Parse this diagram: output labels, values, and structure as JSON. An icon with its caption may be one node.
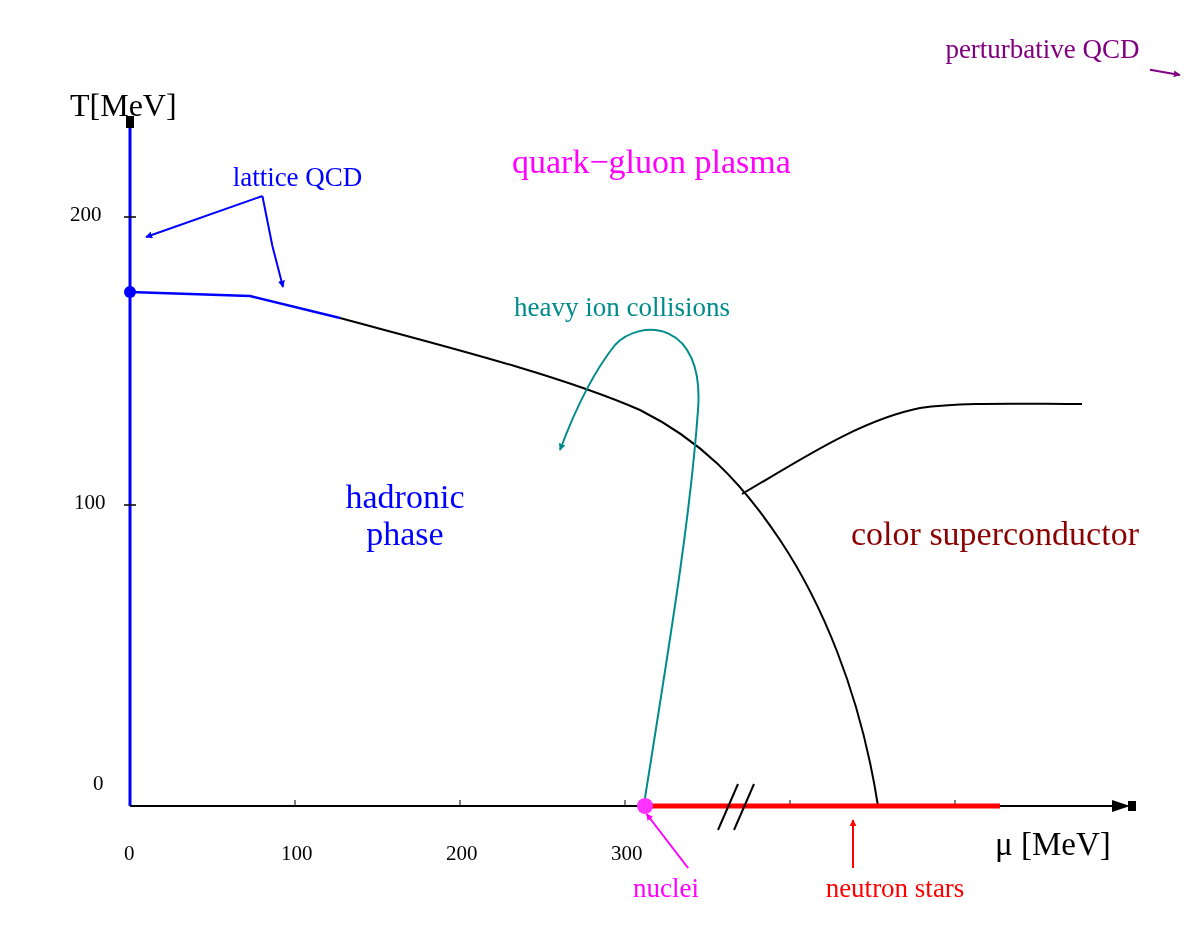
{
  "diagram": {
    "nodes": [
      {
        "text": [
          "perturbative QCD"
        ]
      },
      {
        "text": [
          "lattice QCD"
        ]
      },
      {
        "text": [],
        "shape": "circle"
      },
      {
        "text": [
          "nuclei"
        ]
      },
      {
        "text": [
          "neutron stars"
        ]
      }
    ],
    "edges": [
      {
        "from": 0,
        "to": null,
        "arrow": "to",
        "color": "#800080"
      },
      {
        "from": 1,
        "to": null,
        "arrow": "to",
        "color": "#0000ff"
      },
      {
        "from": 1,
        "to": null,
        "arrow": "to",
        "color": "#0000ff"
      },
      {
        "from": 2,
        "to": null,
        "arrow": "to",
        "label": "heavy ion collisions",
        "color": "#008b8b"
      },
      {
        "from": 3,
        "to": 2,
        "arrow": "to",
        "color": "#ff00ff"
      },
      {
        "from": 4,
        "to": null,
        "arrow": "to",
        "color": "#ff0000"
      }
    ],
    "labels": [
      "T[MeV]",
      "quark−gluon plasma",
      "200",
      "100",
      "hadronic phase",
      "color superconductor",
      "0",
      "0",
      "100",
      "200",
      "300",
      "μ [MeV]"
    ]
  }
}
